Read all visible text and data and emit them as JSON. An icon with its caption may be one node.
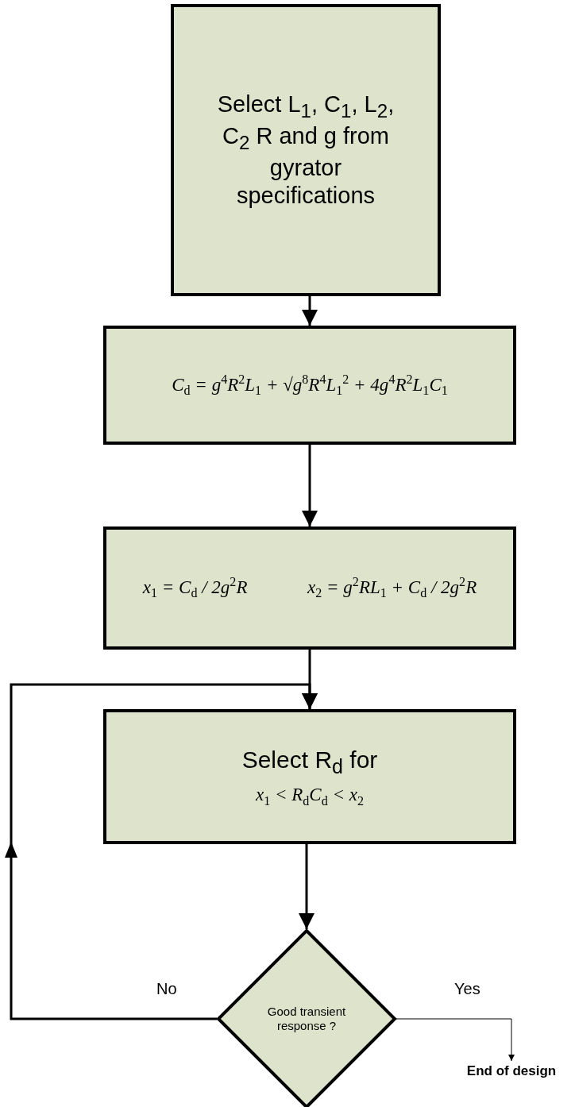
{
  "diagram": {
    "nodes": [
      {
        "text": [
          "Select L$_{1}$, C$_{1}$, L$_{2}$, C$_{2}$ R and g from gyrator specifications"
        ]
      },
      {
        "text": [
          "C$_{d}$ = g$^{4}$R$^{2}$L$_{1}$ + √g$^{8}$R$^{4}$L$_{1}$$^{2}$ + 4g$^{4}$R$^{2}$L$_{1}$C$_{1}$"
        ]
      },
      {
        "text": [
          "x$_{1}$ = C$_{d}$ / 2g$^{2}$R",
          "x$_{2}$ = g$^{2}$RL$_{1}$ + C$_{d}$ / 2g$^{2}$R"
        ]
      },
      {
        "text": [
          "Select R$_{d}$ for",
          "x$_{1}$ < R$_{d}$C$_{d}$ < x$_{2}$"
        ]
      },
      {
        "text": [
          "Good transient response ?"
        ]
      },
      {
        "text": [
          "End of design"
        ]
      }
    ],
    "edges": [
      {
        "from": 0,
        "to": 1,
        "arrow": "to"
      },
      {
        "from": 1,
        "to": 2,
        "arrow": "to"
      },
      {
        "from": 2,
        "to": 3,
        "arrow": "to"
      },
      {
        "from": 3,
        "to": 4,
        "arrow": "to"
      },
      {
        "from": 4,
        "to": 3,
        "arrow": "to",
        "label": "No"
      },
      {
        "from": 4,
        "to": 5,
        "arrow": "to",
        "label": "Yes"
      }
    ]
  }
}
